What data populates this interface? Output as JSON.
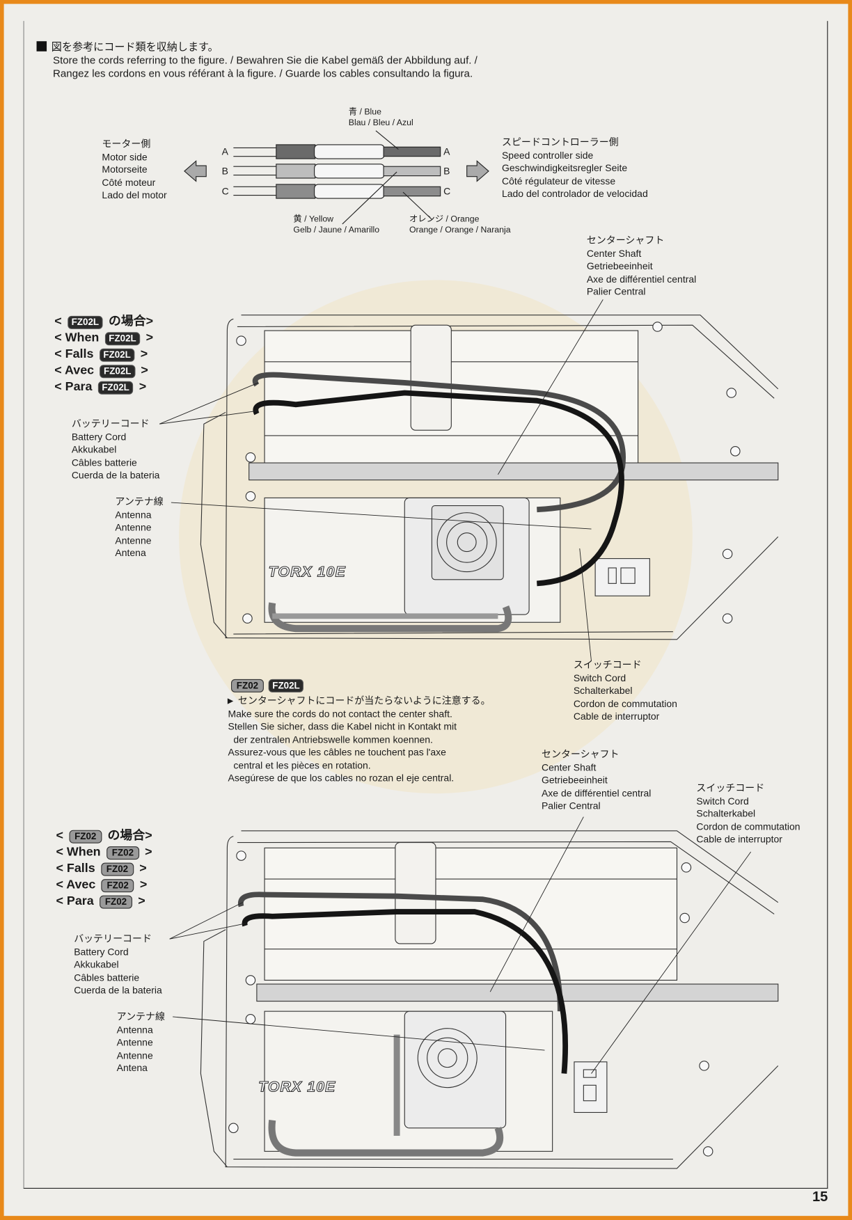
{
  "header": {
    "jp": "図を参考にコード類を収納します。",
    "line1": "Store the cords referring to the figure. / Bewahren Sie die Kabel gemäß der Abbildung auf. /",
    "line2": "Rangez les cordons en vous référant à la figure. / Guarde los cables consultando la figura."
  },
  "connector_diagram": {
    "motor_side": [
      "モーター側",
      "Motor side",
      "Motorseite",
      "Côté moteur",
      "Lado del motor"
    ],
    "controller_side": [
      "スピードコントローラー側",
      "Speed controller side",
      "Geschwindigkeitsregler Seite",
      "Côté régulateur de vitesse",
      "Lado del controlador de velocidad"
    ],
    "letters": [
      "A",
      "B",
      "C"
    ],
    "blue": [
      "青 / Blue",
      "Blau / Bleu / Azul"
    ],
    "yellow": [
      "黄 / Yellow",
      "Gelb / Jaune / Amarillo"
    ],
    "orange": [
      "オレンジ /  Orange",
      "Orange / Orange / Naranja"
    ],
    "wire_colors": {
      "A": "#6a6a6a",
      "B": "#bdbdbd",
      "C": "#8c8c8c"
    }
  },
  "fz02l_section": {
    "badge": "FZ02L",
    "rows": [
      {
        "pre": "< ",
        "post": " の場合>"
      },
      {
        "pre": "< When ",
        "post": " >"
      },
      {
        "pre": "< Falls ",
        "post": " >"
      },
      {
        "pre": "< Avec ",
        "post": " >"
      },
      {
        "pre": "< Para ",
        "post": " >"
      }
    ],
    "center_shaft": [
      "センターシャフト",
      "Center Shaft",
      "Getriebeeinheit",
      "Axe de différentiel central",
      "Palier Central"
    ],
    "battery_cord": [
      "バッテリーコード",
      "Battery Cord",
      "Akkukabel",
      "Câbles batterie",
      "Cuerda de la bateria"
    ],
    "antenna": [
      "アンテナ線",
      "Antenna",
      "Antenne",
      "Antenne",
      "Antena"
    ],
    "switch_cord": [
      "スイッチコード",
      "Switch Cord",
      "Schalterkabel",
      "Cordon de commutation",
      "Cable de interruptor"
    ],
    "esc_logo": "TORX 10E"
  },
  "note": {
    "badges": [
      "FZ02",
      "FZ02L"
    ],
    "arrow": "►",
    "lines": [
      "センターシャフトにコードが当たらないように注意する。",
      "Make sure the cords do not contact the center shaft.",
      "Stellen Sie sicher, dass die Kabel nicht in Kontakt mit",
      "  der zentralen Antriebswelle kommen koennen.",
      "Assurez-vous que les câbles ne touchent pas l'axe",
      "  central et les pièces en rotation.",
      "Asegúrese de que los cables no rozan el eje central."
    ]
  },
  "fz02_section": {
    "badge": "FZ02",
    "rows": [
      {
        "pre": "< ",
        "post": " の場合>"
      },
      {
        "pre": "< When ",
        "post": " >"
      },
      {
        "pre": "< Falls ",
        "post": " >"
      },
      {
        "pre": "< Avec ",
        "post": " >"
      },
      {
        "pre": "< Para ",
        "post": " >"
      }
    ],
    "center_shaft": [
      "センターシャフト",
      "Center Shaft",
      "Getriebeeinheit",
      "Axe de différentiel central",
      "Palier Central"
    ],
    "switch_cord": [
      "スイッチコード",
      "Switch Cord",
      "Schalterkabel",
      "Cordon de commutation",
      "Cable de interruptor"
    ],
    "battery_cord": [
      "バッテリーコード",
      "Battery Cord",
      "Akkukabel",
      "Câbles batterie",
      "Cuerda de la bateria"
    ],
    "antenna": [
      "アンテナ線",
      "Antenna",
      "Antenne",
      "Antenne",
      "Antena"
    ],
    "esc_logo": "TORX 10E"
  },
  "page_number": "15",
  "colors": {
    "border": "#e8891a",
    "paper": "#efeeea",
    "cable_black": "#151515",
    "cable_gray": "#4a4a4a"
  }
}
